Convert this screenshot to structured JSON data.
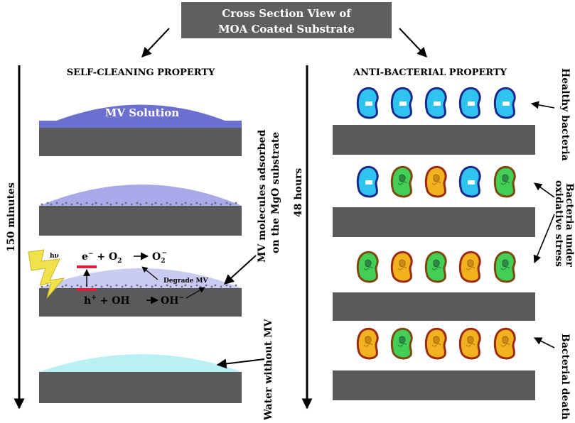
{
  "title": {
    "line1": "Cross Section View of",
    "line2": "MOA Coated Substrate"
  },
  "left_panel": {
    "heading": "SELF-CLEANING PROPERTY",
    "time_label": "150  minutes",
    "solution_label": "MV Solution",
    "side_label_line1": "MV molecules adsorbed",
    "side_label_line2": "on the MgO substrate",
    "water_label": "Water without MV",
    "reaction": {
      "hv": "hν",
      "top_lhs": "e",
      "top_lhs_sup": "−",
      "top_mid": "+ O",
      "top_mid_sub": "2",
      "top_rhs": "O",
      "top_rhs_sub": "2",
      "top_rhs_sup": "−",
      "bottom_lhs": "h",
      "bottom_lhs_sup": "+",
      "bottom_mid": "+ OH",
      "bottom_rhs": "OH",
      "bottom_rhs_sup": "−",
      "degrade": "Degrade MV"
    }
  },
  "right_panel": {
    "heading": "ANTI-BACTERIAL PROPERTY",
    "time_label": "48 hours",
    "label_healthy": "Healthy bacteria",
    "label_stress_line1": "Bacteria under",
    "label_stress_line2": "oxidative stress",
    "label_death": "Bacterial death",
    "rows": [
      [
        "healthy",
        "healthy",
        "healthy",
        "healthy",
        "healthy"
      ],
      [
        "healthy",
        "stressed",
        "dead",
        "healthy",
        "stressed"
      ],
      [
        "stressed",
        "dead",
        "stressed",
        "dead",
        "stressed"
      ],
      [
        "dead",
        "stressed",
        "dead",
        "dead",
        "dead"
      ]
    ]
  },
  "colors": {
    "substrate": "#5a5a5a",
    "title_box": "#5f5f5f",
    "mv_solution": "#6b6fd0",
    "mv_light": "#a7a9e8",
    "mv_lighter": "#c9cbf2",
    "water": "#b8f0f4",
    "healthy_fill": "#2fc4ef",
    "healthy_edge": "#1a2a8c",
    "stressed_fill": "#43cf55",
    "stressed_edge": "#7a4a10",
    "dead_fill": "#f2b21f",
    "dead_edge": "#9a2b10",
    "band_red": "#e0203a",
    "lightning": "#f1e14a"
  }
}
